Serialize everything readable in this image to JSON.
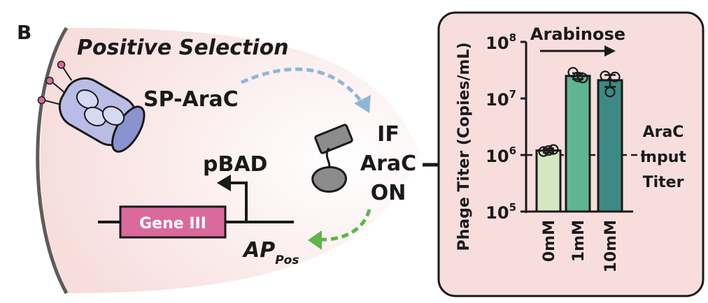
{
  "panel_letter": "B",
  "title": "Positive Selection",
  "phage_label": "SP-AraC",
  "promoter_label": "pBAD",
  "gene_label": "Gene III",
  "plasmid_label": {
    "main": "AP",
    "sub": "Pos"
  },
  "state_label": [
    "IF",
    "AraC",
    "ON"
  ],
  "colors": {
    "cell_bg": "#f7dedd",
    "panel_bg": "#f7dedd",
    "gene_box": "#d96a9b",
    "arrow_blue": "#8fb6d8",
    "arrow_green": "#5fb54d",
    "phage_body": "#b9bde6",
    "phage_cap": "#8a93d0",
    "protein": "#8c8c8c"
  },
  "chart_data": {
    "type": "bar",
    "ylabel": "Phage Titer (Copies/mL)",
    "yscale": "log",
    "ylim": [
      100000,
      100000000
    ],
    "ytick_labels": [
      {
        "base": "10",
        "exp": "5"
      },
      {
        "base": "10",
        "exp": "6"
      },
      {
        "base": "10",
        "exp": "7"
      },
      {
        "base": "10",
        "exp": "8"
      }
    ],
    "categories": [
      "0mM",
      "1mM",
      "10mM"
    ],
    "values": [
      1200000,
      25000000,
      21000000
    ],
    "errors": [
      100000,
      3000000,
      5000000
    ],
    "points": [
      [
        1150000,
        1250000,
        1200000
      ],
      [
        29000000,
        23000000,
        24000000
      ],
      [
        25000000,
        24000000,
        13000000
      ]
    ],
    "bar_colors": [
      "#d3e8c0",
      "#5fb491",
      "#3d8a85"
    ],
    "arrow_label": "Arabinose",
    "reference_line": {
      "value": 1000000,
      "label": [
        "AraC",
        "Input",
        "Titer"
      ]
    }
  }
}
